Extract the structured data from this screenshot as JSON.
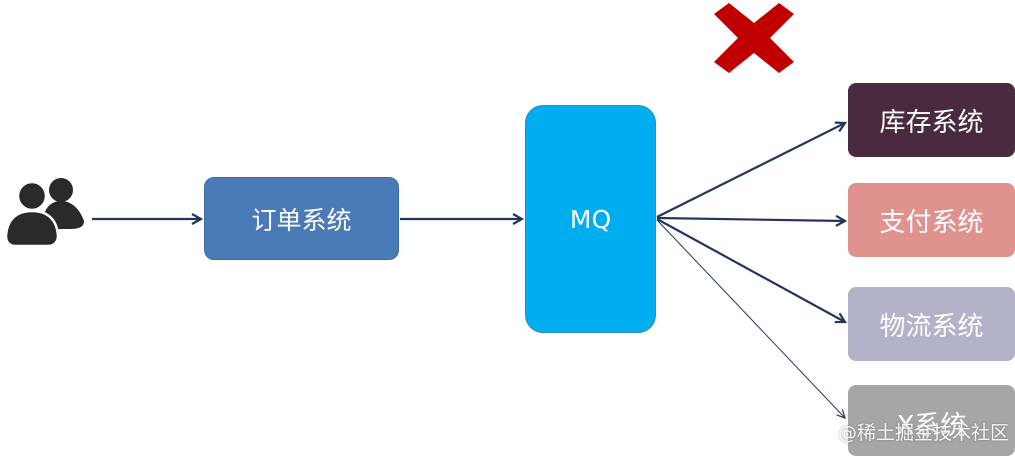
{
  "nodes": {
    "order_system": "订单系统",
    "mq": "MQ",
    "inventory_system": "库存系统",
    "payment_system": "支付系统",
    "logistics_system": "物流系统",
    "x_system": "X系统"
  },
  "watermark": "@稀土掘金技术社区",
  "colors": {
    "order_system": "#4a7ab8",
    "mq": "#00adee",
    "inventory_system": "#4a2a3e",
    "payment_system": "#df928e",
    "logistics_system": "#b2b2c8",
    "x_system": "#a6a6a6",
    "arrow": "#22355e",
    "cross": "#c00000"
  },
  "icons": {
    "users": "users-icon",
    "cross": "red-cross-icon"
  }
}
